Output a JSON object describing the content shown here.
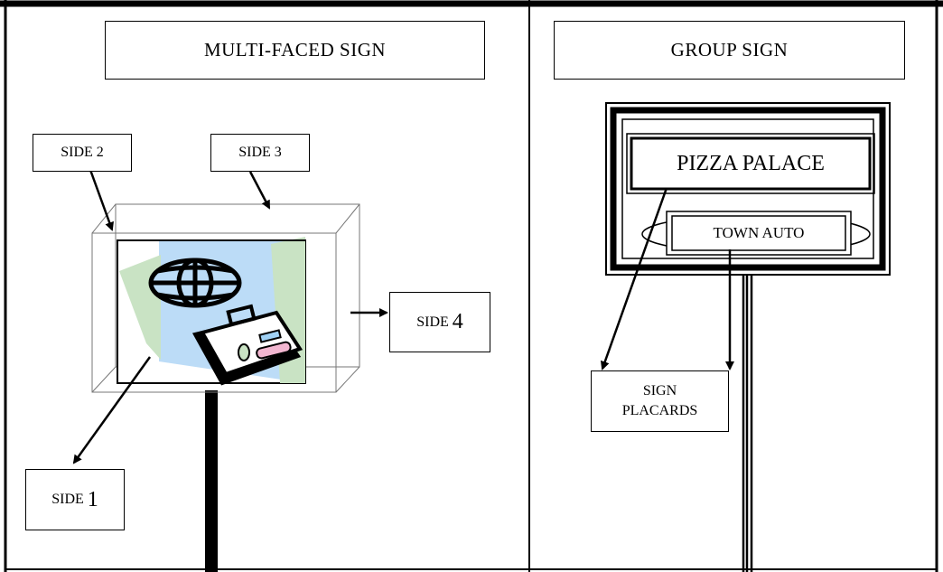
{
  "left_panel": {
    "title": "MULTI-FACED SIGN",
    "side1": {
      "prefix": "SIDE ",
      "number": "1"
    },
    "side2": "SIDE 2",
    "side3": "SIDE 3",
    "side4": {
      "prefix": "SIDE ",
      "number": "4"
    },
    "artwork": [
      "globe-icon",
      "briefcase-icon"
    ],
    "colors": {
      "panel_blue": "#bcdcf7",
      "panel_green": "#c9e3c4",
      "pink": "#f2b6d0",
      "lightblue": "#9fd0f4"
    }
  },
  "right_panel": {
    "title": "GROUP SIGN",
    "placard_1": "PIZZA PALACE",
    "placard_2": "TOWN AUTO",
    "callout_line1": "SIGN",
    "callout_line2": "PLACARDS"
  }
}
